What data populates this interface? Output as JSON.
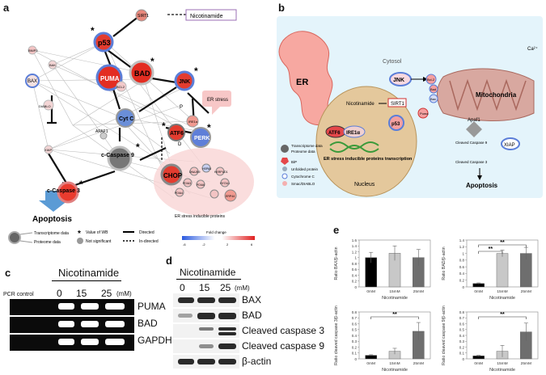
{
  "panels": {
    "a": "a",
    "b": "b",
    "c": "c",
    "d": "d",
    "e": "e"
  },
  "network": {
    "nodes": {
      "SIRT1": "SIRT1",
      "Nicotinamide": "Nicotinamide",
      "p53": "p53",
      "BAD": "BAD",
      "PUMA": "PUMA",
      "BCL2": "BCL2",
      "JNK": "JNK",
      "CytC": "Cyt C",
      "APAF1": "APAF1",
      "Caspase9": "c-Caspase 9",
      "Caspase3": "c-Caspase 3",
      "ATF6": "ATF6",
      "IRE1a": "IRE1α",
      "PERK": "PERK",
      "CHOP": "CHOP",
      "BAX": "BAX",
      "BAK": "BAK",
      "DIABLO": "DIABLO",
      "XIAP": "XIAP",
      "BNIP3": "BNIP3",
      "HSPA5": "HSPA5",
      "PDIA3": "PDIA3",
      "PDIA4": "PDIA4",
      "PDIA6": "PDIA6",
      "HERPUD1": "HERPUD1",
      "HYOU1": "HYOU1",
      "DNAJB9": "DNAJB9",
      "ERP44": "ERP44",
      "P": "P",
      "D": "D"
    },
    "er_stress": "ER stress",
    "apoptosis": "Apoptosis",
    "er_inducible": "ER stress inducible proteins",
    "legend": {
      "transcriptome": "Transcriptome data",
      "proteome": "Proteome data",
      "value_wb": "Value of WB",
      "not_sig": "Not significant",
      "directed": "Directed",
      "indirected": "In-directed",
      "fold_change": "Fold change",
      "ticks": [
        "-6",
        "-2",
        "2",
        "6"
      ]
    }
  },
  "schematic": {
    "cytosol": "Cytosol",
    "er": "ER",
    "nucleus": "Nucleus",
    "mitochondria": "Mitochondria",
    "ca": "Ca²⁺",
    "nicotinamide": "Nicotinamide",
    "sirt1": "SIRT1",
    "p53": "p53",
    "jnk": "JNK",
    "atf6": "ATF6",
    "ire1a": "IRE1α",
    "er_transcription": "ER stress inducible proteins transcription",
    "apaf1": "Apaf1",
    "xiap": "XIAP",
    "cleaved_c9": "Cleaved Caspase 9",
    "cleaved_c3": "Cleaved Caspase 3",
    "apoptosis": "Apoptosis",
    "bcl2": "Bcl-2",
    "bad": "Bad",
    "bax": "Bax",
    "bak": "Bak",
    "puma": "Puma",
    "bnip3": "BNIP3",
    "drp1": "DRP-1",
    "perk": "Perk",
    "legend": {
      "transcriptome": "Transcriptome data",
      "proteome": "Proteome data",
      "bip": "BiP",
      "unfolded": "Unfolded protein",
      "cytc": "Cytochrome C",
      "smac": "Smac/DIABLO"
    }
  },
  "gel_c": {
    "title": "Nicotinamide",
    "pcr": "PCR control",
    "lanes": [
      "0",
      "15",
      "25"
    ],
    "unit": "(mM)",
    "rows": [
      "PUMA",
      "BAD",
      "GAPDH"
    ]
  },
  "wb_d": {
    "title": "Nicotinamide",
    "lanes": [
      "0",
      "15",
      "25"
    ],
    "unit": "(mM)",
    "rows": [
      "BAX",
      "BAD",
      "Cleaved caspase 3",
      "Cleaved caspase 9",
      "β-actin"
    ]
  },
  "chart_data": [
    {
      "type": "bar",
      "categories": [
        "0mM",
        "15mM",
        "25mM"
      ],
      "values": [
        1.0,
        1.15,
        1.0
      ],
      "errors": [
        0.18,
        0.25,
        0.28
      ],
      "ylabel": "Ratio BAX/β-actin",
      "xlabel": "Nicotinamide",
      "ylim": [
        0,
        1.6
      ],
      "yticks": [
        "0",
        "0.2",
        "0.4",
        "0.6",
        "0.8",
        "1",
        "1.2",
        "1.4",
        "1.6"
      ],
      "sig": []
    },
    {
      "type": "bar",
      "categories": [
        "0mM",
        "15mM",
        "25mM"
      ],
      "values": [
        0.1,
        1.0,
        1.0
      ],
      "errors": [
        0.02,
        0.1,
        0.18
      ],
      "ylabel": "Ratio BAD/β-actin",
      "xlabel": "Nicotinamide",
      "ylim": [
        0,
        1.4
      ],
      "yticks": [
        "0",
        "0.2",
        "0.4",
        "0.6",
        "0.8",
        "1",
        "1.2",
        "1.4"
      ],
      "sig": [
        "**",
        "**"
      ]
    },
    {
      "type": "bar",
      "categories": [
        "0mM",
        "15mM",
        "25mM"
      ],
      "values": [
        0.06,
        0.13,
        0.47
      ],
      "errors": [
        0.01,
        0.05,
        0.15
      ],
      "ylabel": "Ratio cleaved caspase 3/β-actin",
      "xlabel": "Nicotinamide",
      "ylim": [
        0,
        0.8
      ],
      "yticks": [
        "0",
        "0.1",
        "0.2",
        "0.3",
        "0.4",
        "0.5",
        "0.6",
        "0.7",
        "0.8"
      ],
      "sig": [
        "**"
      ]
    },
    {
      "type": "bar",
      "categories": [
        "0mM",
        "15mM",
        "25mM"
      ],
      "values": [
        0.05,
        0.13,
        0.46
      ],
      "errors": [
        0.01,
        0.1,
        0.15
      ],
      "ylabel": "Ratio cleaved caspase 9/β-actin",
      "xlabel": "Nicotinamide",
      "ylim": [
        0,
        0.8
      ],
      "yticks": [
        "0",
        "0.1",
        "0.2",
        "0.3",
        "0.4",
        "0.5",
        "0.6",
        "0.7",
        "0.8"
      ],
      "sig": [
        "**"
      ]
    }
  ]
}
